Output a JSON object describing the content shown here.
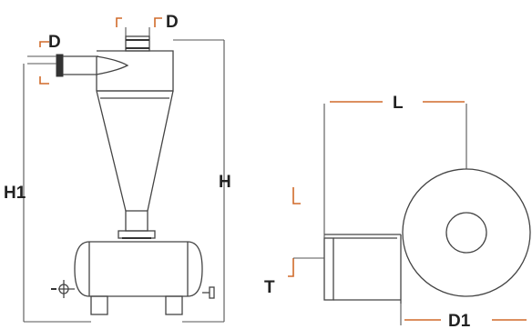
{
  "labels": {
    "d_inlet": "D",
    "d_top": "D",
    "h1": "H1",
    "h": "H",
    "l": "L",
    "t": "T",
    "d1": "D1"
  },
  "colors": {
    "line": "#444444",
    "accent": "#d06a2a",
    "text": "#222222",
    "background": "#ffffff"
  }
}
